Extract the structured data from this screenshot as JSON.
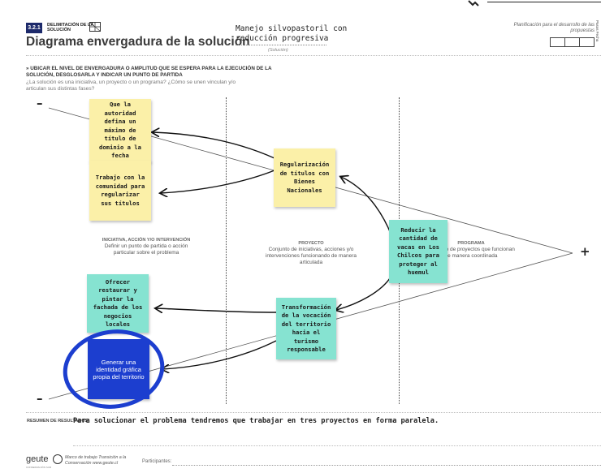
{
  "header": {
    "section_number": "3.2.1",
    "section_label": "DELIMITACIÓN DE LA SOLUCIÓN",
    "title": "Diagrama envergadura de la solución",
    "project_title": "Manejo silvopastoril con reducción progresiva",
    "project_subtitle": "(Solución)",
    "planning_label": "Planificación para el desarrollo de las propuestas",
    "side_label": "Pasos Fecha"
  },
  "instruction": "» UBICAR EL NIVEL DE ENVERGADURA O AMPLITUD QUE SE ESPERA PARA LA EJECUCIÓN DE LA SOLUCIÓN, DESGLOSARLA Y INDICAR UN PUNTO DE PARTIDA",
  "question": "¿La solución es una iniciativa, un proyecto o un programa? ¿Cómo se unen vinculan y/o articulan sus distintas fases?",
  "columns": {
    "initiative_title": "INICIATIVA, ACCIÓN Y/O INTERVENCIÓN",
    "initiative_desc": "Definir un punto de partida o acción particular sobre el problema",
    "project_title": "PROYECTO",
    "project_desc": "Conjunto de iniciativas, acciones y/o intervenciones funcionando de manera articulada",
    "program_title": "PROGRAMA",
    "program_desc": "Conjunto de proyectos que funcionan de manera coordinada"
  },
  "signs": {
    "minus": "–",
    "plus": "+"
  },
  "notes": {
    "n1": "Que la autoridad defina un máximo de título de dominio a la fecha",
    "n2": "Trabajo con la comunidad para regularizar sus títulos",
    "n3": "Regularización de títulos con Bienes Nacionales",
    "n4": "Reducir la cantidad de vacas en Los Chilcos para proteger al huemul",
    "n5": "Ofrecer restaurar y pintar la fachada de los negocios locales",
    "n6": "Transformación de la vocación del territorio hacia el turismo responsable",
    "n7": "Generar una identidad gráfica propia del territorio"
  },
  "summary": {
    "label": "RESUMEN DE RESULTADOS:",
    "text": "Para solucionar el problema tendremos que trabajar en tres proyectos en forma paralela."
  },
  "footer": {
    "logo": "geute",
    "logo_sub": "CONSERVACIÓN SUR",
    "credit": "Marco de trabajo Transición a la Conservación www.geute.cl",
    "participants": "Participantes:"
  },
  "colors": {
    "yellow_note": "#fbf0a8",
    "teal_note": "#86e3d1",
    "blue_note": "#1c3ecf",
    "highlight_circle": "#1c3ecf",
    "badge": "#1d2a6b"
  },
  "icons": [
    "grid-icon",
    "geute-logo-icon",
    "arrow-icon",
    "circle-highlight"
  ]
}
